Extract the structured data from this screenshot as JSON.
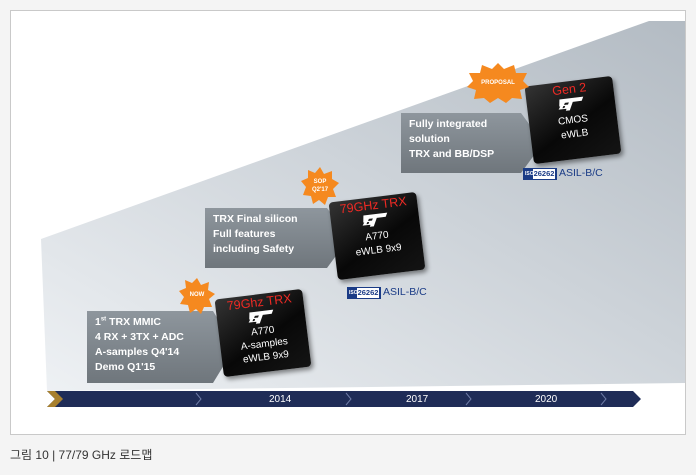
{
  "phases": [
    {
      "description_lines": [
        "1st TRX MMIC",
        "4 RX + 3TX + ADC",
        "A-samples Q4'14",
        "Demo Q1'15"
      ],
      "badge": [
        "NOW"
      ],
      "chip": {
        "title": "79Ghz TRX",
        "lines": [
          "A770",
          "A-samples",
          "eWLB 9x9"
        ]
      }
    },
    {
      "description_lines": [
        "TRX  Final silicon",
        "Full features",
        "including Safety"
      ],
      "badge": [
        "SOP",
        "Q2'17"
      ],
      "chip": {
        "title": "79GHz TRX",
        "lines": [
          "A770",
          "eWLB 9x9"
        ]
      },
      "certification": {
        "iso_small": "ISO",
        "iso_number": "26262",
        "label": "ASIL-B/C"
      }
    },
    {
      "description_lines": [
        "Fully integrated",
        "solution",
        "TRX and BB/DSP"
      ],
      "badge": [
        "PROPOSAL"
      ],
      "chip": {
        "title": "Gen 2",
        "lines": [
          "CMOS",
          "eWLB"
        ]
      },
      "certification": {
        "iso_small": "ISO",
        "iso_number": "26262",
        "label": "ASIL-B/C"
      }
    }
  ],
  "timeline": {
    "years": [
      "2014",
      "2017",
      "2020"
    ]
  },
  "caption": "그림 10 | 77/79 GHz 로드맵",
  "colors": {
    "timeline_navy": "#1f2c57",
    "badge_orange": "#f5891f",
    "chip_red_title": "#ee2a24",
    "iso_blue": "#1a3b86",
    "description_gray": "#7d858c"
  },
  "logo": "st-logo"
}
